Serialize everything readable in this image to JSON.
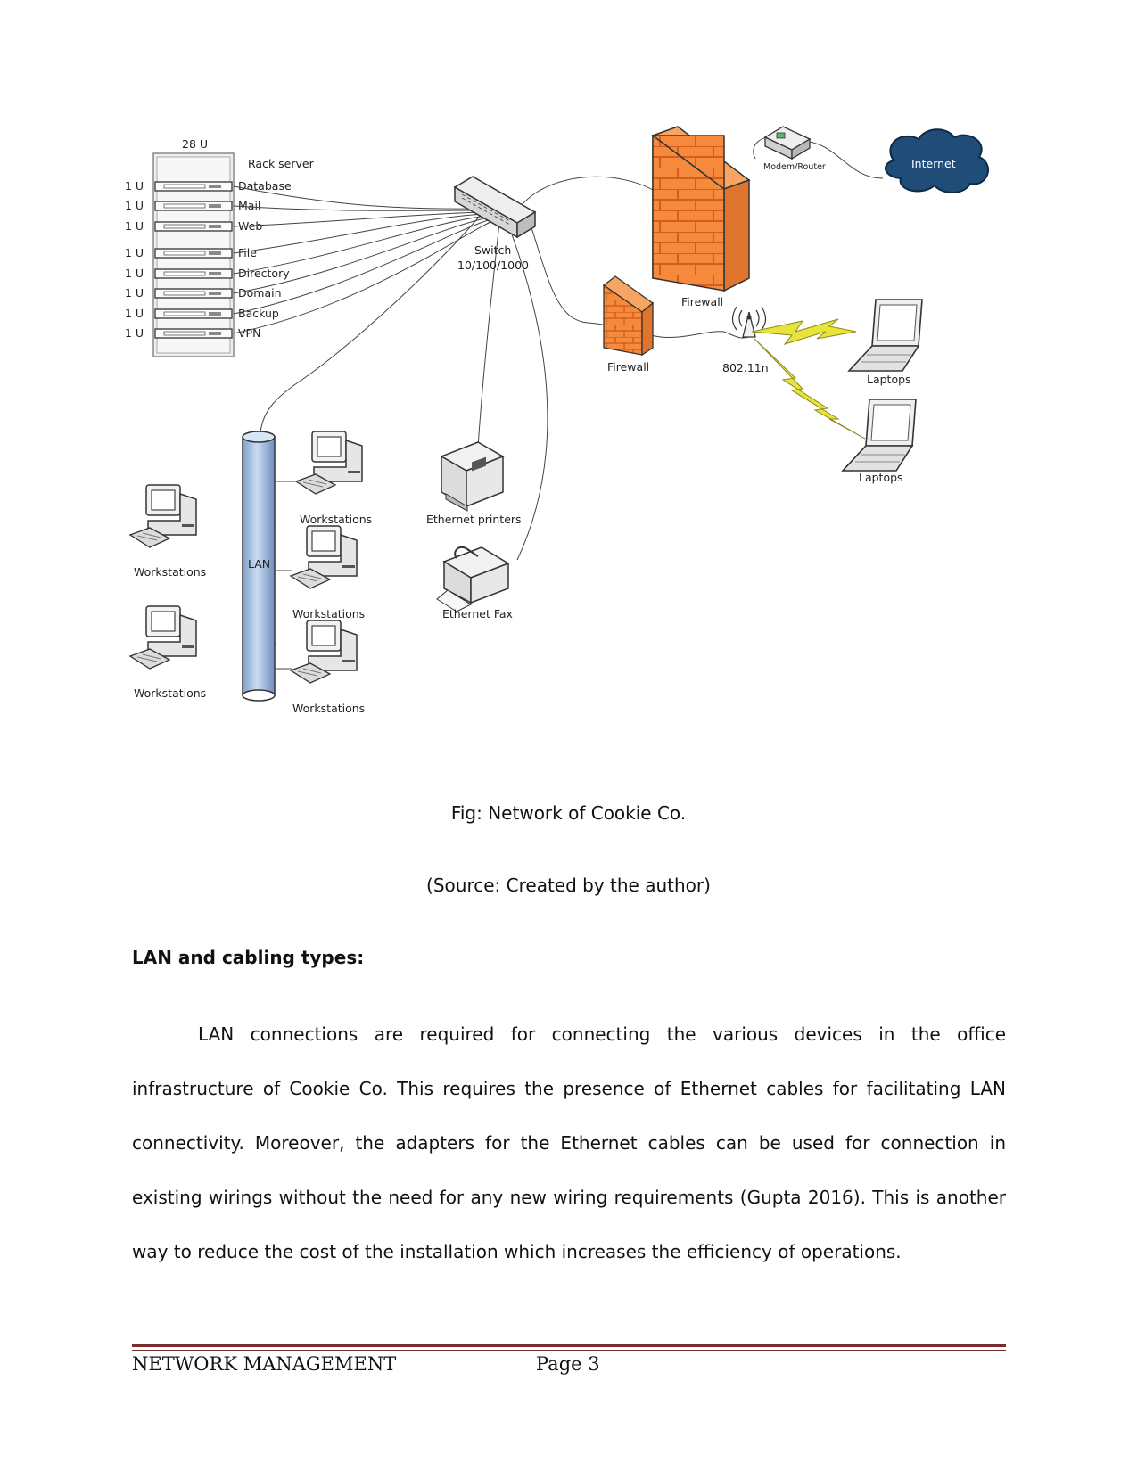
{
  "diagram": {
    "rack_title": "28 U",
    "rack_label": "Rack server",
    "rack_units": [
      {
        "size": "1 U",
        "name": "Database"
      },
      {
        "size": "1 U",
        "name": "Mail"
      },
      {
        "size": "1 U",
        "name": "Web"
      },
      {
        "size": "1 U",
        "name": "File"
      },
      {
        "size": "1 U",
        "name": "Directory"
      },
      {
        "size": "1 U",
        "name": "Domain"
      },
      {
        "size": "1 U",
        "name": "Backup"
      },
      {
        "size": "1 U",
        "name": "VPN"
      }
    ],
    "switch_label": "Switch",
    "switch_speed": "10/100/1000",
    "modem_label": "Modem/Router",
    "internet_label": "Internet",
    "firewall_main_label": "Firewall",
    "firewall_small_label": "Firewall",
    "wifi_label": "802.11n",
    "laptops_1_label": "Laptops",
    "laptops_2_label": "Laptops",
    "lan_label": "LAN",
    "printer_label": "Ethernet printers",
    "fax_label": "Ethernet Fax",
    "workstation_labels": [
      "Workstations",
      "Workstations",
      "Workstations",
      "Workstations",
      "Workstations"
    ]
  },
  "figure_caption": "Fig: Network of Cookie Co.",
  "figure_source": "(Source: Created by the author)",
  "section_heading": "LAN and cabling types:",
  "body_paragraph": "LAN connections are required for connecting the various devices in the office infrastructure of Cookie Co. This requires the presence of Ethernet cables for facilitating LAN connectivity. Moreover, the adapters for the Ethernet cables can be used for connection in existing wirings without the need for any new wiring requirements (Gupta 2016). This is another way to reduce the cost of the installation which increases the efficiency of operations.",
  "footer": {
    "title": "NETWORK MANAGEMENT",
    "page": "Page 3"
  },
  "colors": {
    "firewall": "#f58a3c",
    "firewall_bricks": "#d45f1c",
    "lan_pipe": "#9cb8dc",
    "internet_cloud": "#1f4d78",
    "lightning": "#e8e43a",
    "footer_rule": "#7a2b2b"
  }
}
